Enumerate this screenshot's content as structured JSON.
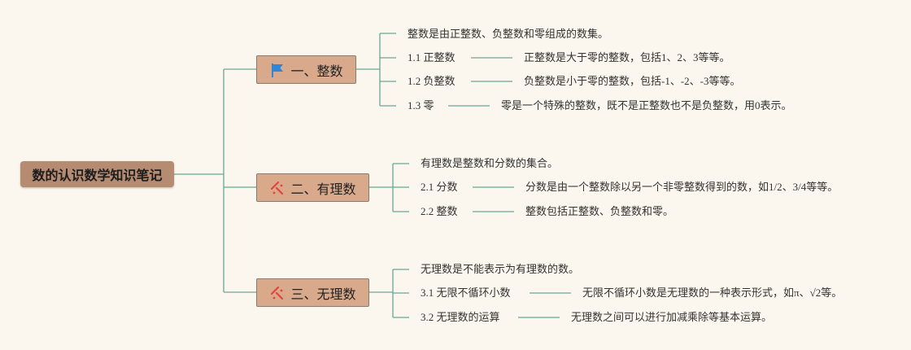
{
  "root": {
    "label": "数的认识数学知识笔记"
  },
  "branches": [
    {
      "label": "一、整数",
      "icon": "flag-icon",
      "summary": "整数是由正整数、负整数和零组成的数集。",
      "items": [
        {
          "term": "1.1 正整数",
          "desc": "正整数是大于零的整数，包括1、2、3等等。"
        },
        {
          "term": "1.2 负整数",
          "desc": "负整数是小于零的整数，包括-1、-2、-3等等。"
        },
        {
          "term": "1.3 零",
          "desc": "零是一个特殊的整数，既不是正整数也不是负整数，用0表示。"
        }
      ]
    },
    {
      "label": "二、有理数",
      "icon": "sparkle-icon",
      "summary": "有理数是整数和分数的集合。",
      "items": [
        {
          "term": "2.1 分数",
          "desc": "分数是由一个整数除以另一个非零整数得到的数，如1/2、3/4等等。"
        },
        {
          "term": "2.2 整数",
          "desc": "整数包括正整数、负整数和零。"
        }
      ]
    },
    {
      "label": "三、无理数",
      "icon": "sparkle-icon",
      "summary": "无理数是不能表示为有理数的数。",
      "items": [
        {
          "term": "3.1 无限不循环小数",
          "desc": "无限不循环小数是无理数的一种表示形式，如π、√2等。"
        },
        {
          "term": "3.2 无理数的运算",
          "desc": "无理数之间可以进行加减乘除等基本运算。"
        }
      ]
    }
  ],
  "colors": {
    "line": "#6aa594",
    "root": "#b58b72",
    "branch": "#d9a98c",
    "flag": "#2f86d6",
    "sparkle": "#e0463a"
  }
}
